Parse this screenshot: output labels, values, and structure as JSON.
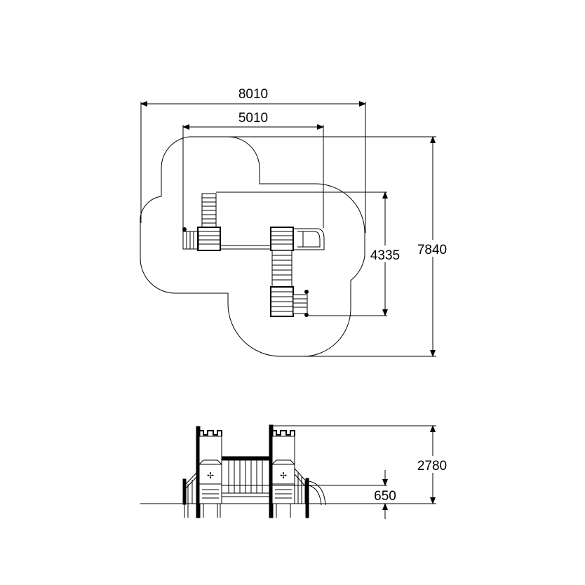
{
  "plan": {
    "overall_width": "8010",
    "structure_width": "5010",
    "structure_depth": "4335",
    "overall_depth": "7840"
  },
  "elevation": {
    "overall_height": "2780",
    "platform_height": "650"
  }
}
